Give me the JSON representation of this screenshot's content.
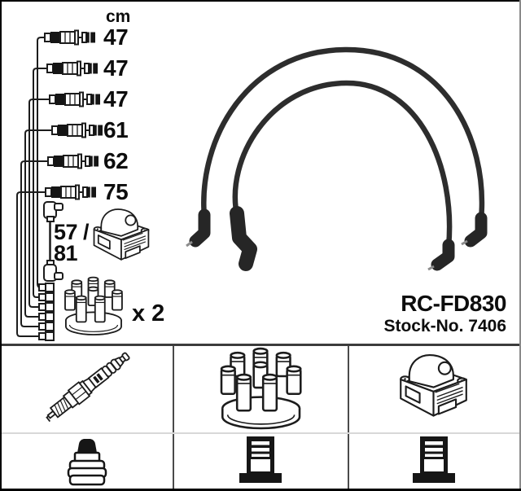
{
  "product": {
    "part_number": "RC-FD830",
    "stock_number": "Stock-No. 7406"
  },
  "measurements": {
    "unit_header": "cm",
    "cable_lengths": [
      "47",
      "47",
      "47",
      "61",
      "62",
      "75"
    ],
    "coil_lead_length_lines": [
      "57 /",
      "81"
    ],
    "distributor_cap_quantity": "x 2"
  },
  "diagram_icons": {
    "lead_rows": "ignition-lead-with-connectors",
    "lead_bundle": "lead-bundle-with-distributor-stubs",
    "coil_lead": "coil-lead-angled-boots",
    "ignition_coil": "ignition-coil",
    "distributor_cap": "distributor-cap",
    "wire_photo": "ignition-wire-set-photo"
  },
  "parts_table": {
    "row1_icons": [
      "spark-plug",
      "distributor-cap",
      "ignition-coil"
    ],
    "row2_icons": [
      "terminal-nut-connection",
      "tower-terminal-connection",
      "tower-terminal-connection"
    ]
  },
  "colors": {
    "background": "#ffffff",
    "line_art": "#1c1c1c",
    "wire_photo": "#2d2d2d",
    "frame": "#000000",
    "table_grid_dark": "#4a4a4a",
    "table_grid_light": "#d8d8d8",
    "text": "#0d0d0d"
  }
}
